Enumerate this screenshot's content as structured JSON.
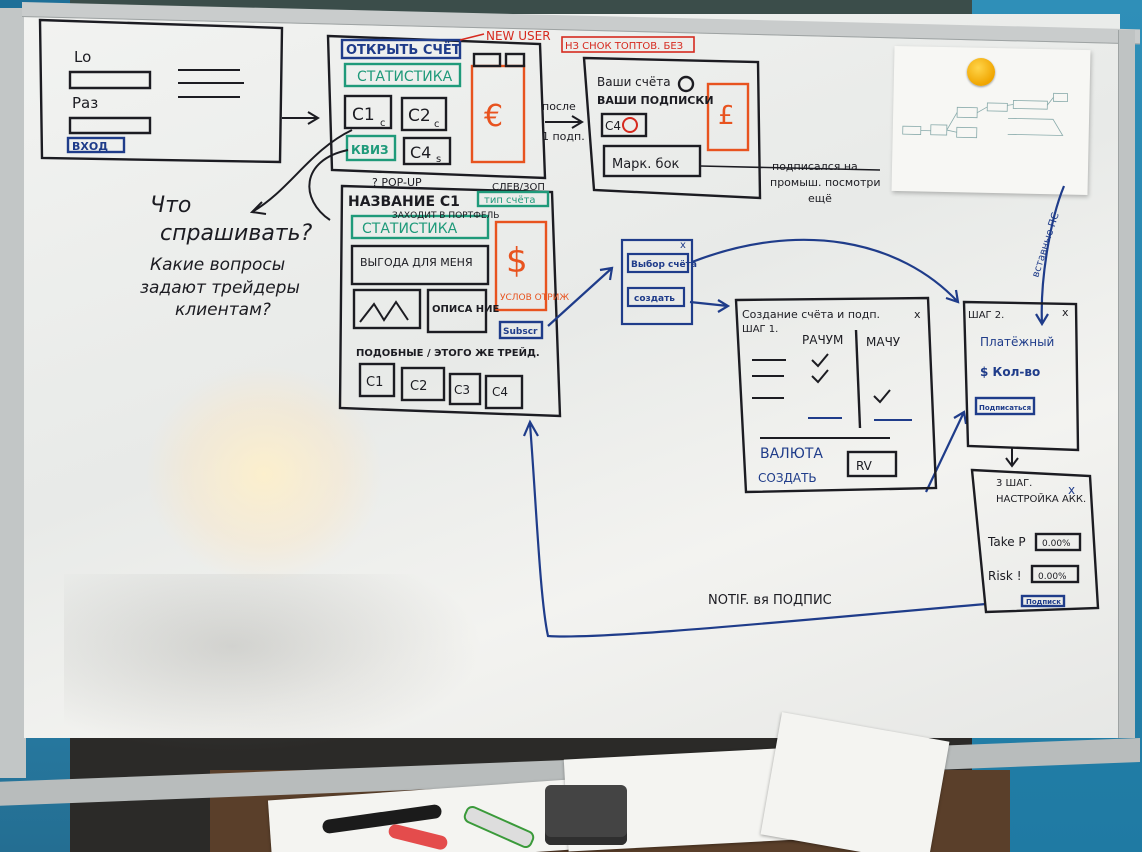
{
  "wireframe_1": {
    "login_label": "Lo",
    "reg_label": "Раз",
    "enter_button": "ВХОД"
  },
  "wireframe_2": {
    "open_account": "ОТКРЫТЬ СЧЁТ",
    "statistics": "СТАТИСТИКА",
    "c1": "C1",
    "c1_sub": "c",
    "c2": "C2",
    "c2_sub": "c",
    "quiz": "КВИЗ",
    "c4": "C4",
    "c4_sub": "s",
    "currency": "€"
  },
  "note_new_user": "NEW USER",
  "note_hz": "НЗ СНОК ТОПТОВ. БЕЗ",
  "note_after": "после",
  "note_first_sub": "1 подп.",
  "wireframe_3": {
    "your_accounts": "Ваши счёта",
    "your_subs": "ВАШИ ПОДПИСКИ",
    "c4": "C4",
    "market": "Марк. бок",
    "currency": "£"
  },
  "note_subscribed": [
    "подписался на",
    "промыш. посмотри",
    "ещё"
  ],
  "question": [
    "Что",
    "спрашивать?",
    "Какие вопросы",
    "задают трейдеры",
    "клиентам?"
  ],
  "popup_note": "? POP-UP",
  "wireframe_4": {
    "title": "НАЗВАНИЕ С1",
    "subtitle": "ЗАХОДИТ В ПОРТФЕЛЬ",
    "type_badge": "тип счёта",
    "statistics": "СТАТИСТИКА",
    "benefit": "ВЫГОДА ДЛЯ МЕНЯ",
    "description": "ОПИСА НИЕ",
    "subscribe": "Subscr",
    "currency": "$",
    "conditions": "УСЛОВ ОТРИЖ",
    "similar": "ПОДОБНЫЕ / ЭТОГО ЖЕ ТРЕЙД.",
    "c1": "С1",
    "c2": "С2",
    "c3": "С3",
    "c4": "С4"
  },
  "note_close": "СЛЕВ/ЗОП",
  "wireframe_5": {
    "choose_account": "Выбор счёта",
    "create": "создать",
    "close": "x"
  },
  "wireframe_6": {
    "title": "Создание счёта и подп.",
    "step": "ШАГ 1.",
    "col_a": "РАЧУМ",
    "col_b": "МАЧУ",
    "currency": "ВАЛЮТА",
    "currency_value": "RV",
    "create": "СОЗДАТЬ",
    "close": "x"
  },
  "wireframe_7": {
    "step": "ШАГ 2.",
    "payment": "Платёжный",
    "amount": "$ Кол-во",
    "button": "Подписаться",
    "close": "x"
  },
  "note_payment_side": "вставные ПС",
  "wireframe_8": {
    "step": "3 ШАГ.",
    "title": "НАСТРОЙКА АКК.",
    "take": "Take P",
    "take_value": "0.00%",
    "risk": "Risk !",
    "risk_value": "0.00%",
    "button": "Подписк",
    "close": "x"
  },
  "note_bottom": "NOTIF. вя ПОДПИС"
}
